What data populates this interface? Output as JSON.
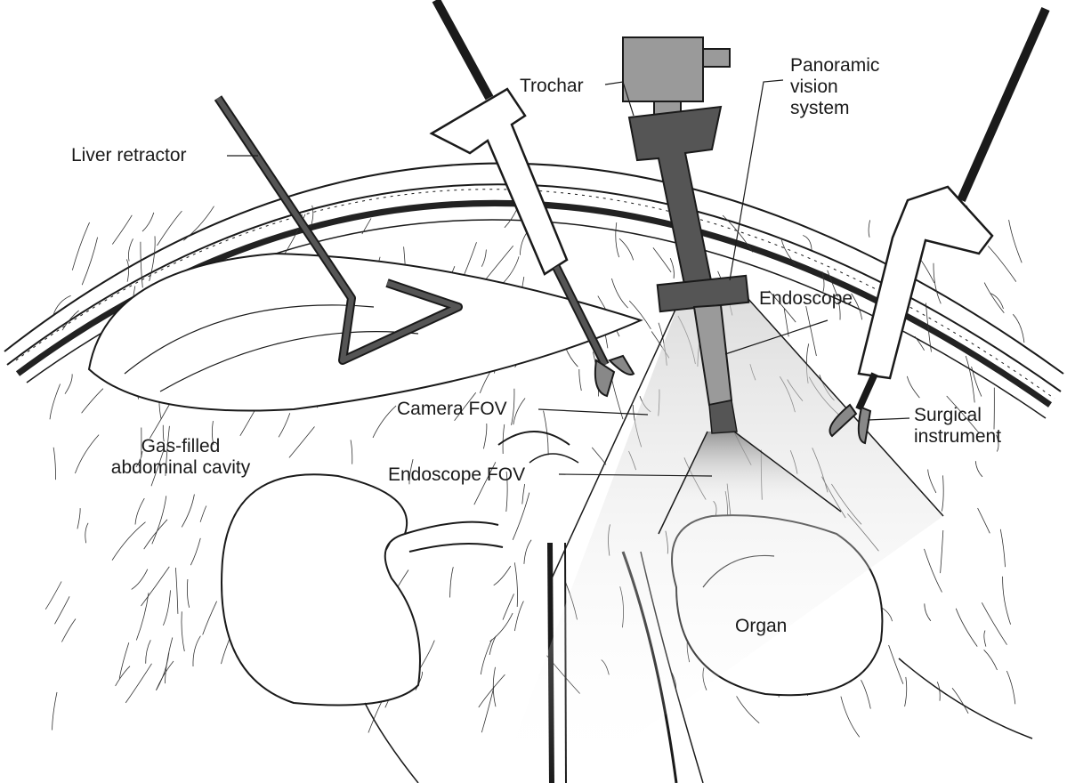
{
  "labels": {
    "liver_retractor": "Liver retractor",
    "trochar": "Trochar",
    "panoramic_vision_system": [
      "Panoramic",
      "vision",
      "system"
    ],
    "endoscope": "Endoscope",
    "camera_fov": "Camera FOV",
    "gas_filled_abdominal_cavity": [
      "Gas-filled",
      "abdominal cavity"
    ],
    "endoscope_fov": "Endoscope FOV",
    "surgical_instrument": [
      "Surgical",
      "instrument"
    ],
    "organ": "Organ"
  },
  "colors": {
    "ink": "#1a1a1a",
    "instrument_dark": "#555555",
    "instrument_light": "#ffffff",
    "camera_gray": "#9a9a9a",
    "fov_shade": "#bdbdbd",
    "background": "#ffffff"
  }
}
